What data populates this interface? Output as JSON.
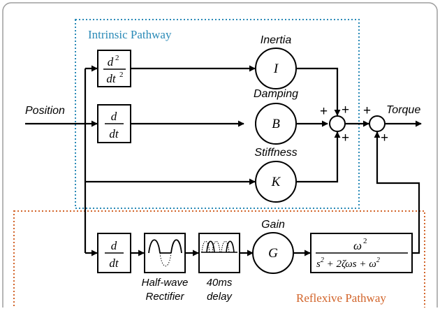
{
  "regions": {
    "intrinsic": {
      "label": "Intrinsic Pathway",
      "color": "#2a8ab7"
    },
    "reflexive": {
      "label": "Reflexive Pathway",
      "color": "#d2642a"
    }
  },
  "io": {
    "input": "Position",
    "output": "Torque"
  },
  "blocks": {
    "d2": {
      "num": "d",
      "num_sup": "2",
      "den": "dt",
      "den_sup": "2"
    },
    "d1": {
      "num": "d",
      "den": "dt"
    },
    "d1_reflex": {
      "num": "d",
      "den": "dt"
    },
    "rectifier": {
      "label_line1": "Half-wave",
      "label_line2": "Rectifier"
    },
    "delay": {
      "label_line1": "40ms",
      "label_line2": "delay"
    },
    "tf": {
      "num": "ω",
      "num_sup": "2",
      "den_a": "s",
      "den_a_sup": "2",
      "den_b": " + 2ζωs + ω",
      "den_b_sup": "2"
    }
  },
  "gains": {
    "inertia": {
      "symbol": "I",
      "label": "Inertia"
    },
    "damping": {
      "symbol": "B",
      "label": "Damping"
    },
    "stiffness": {
      "symbol": "K",
      "label": "Stiffness"
    },
    "gain": {
      "symbol": "G",
      "label": "Gain"
    }
  },
  "signs": {
    "sum1_top": "+",
    "sum1_left": "+",
    "sum1_upper_left": "+",
    "sum1_bottom": "+",
    "sum2_left": "+",
    "sum2_bottom": "+"
  }
}
